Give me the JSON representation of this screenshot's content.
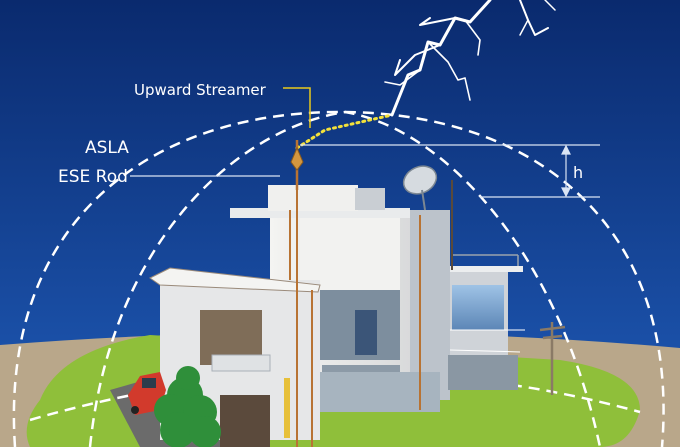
{
  "labels": {
    "upward_streamer": "Upward Streamer",
    "asla": "ASLA",
    "ese_rod": "ESE Rod",
    "height": "h"
  },
  "colors": {
    "sky_top": "#0a2a6e",
    "sky_bottom": "#1f5bb8",
    "ground": "#b9a78a",
    "lawn": "#8fbf3a",
    "protection_zone": "#ffffff",
    "streamer": "#f4e23a",
    "leader_line": "#e8c91c"
  },
  "icons": [
    "lightning-bolt-icon",
    "satellite-dish-icon",
    "ese-rod-icon",
    "car-icon",
    "tree-icon",
    "utility-pole-icon"
  ]
}
